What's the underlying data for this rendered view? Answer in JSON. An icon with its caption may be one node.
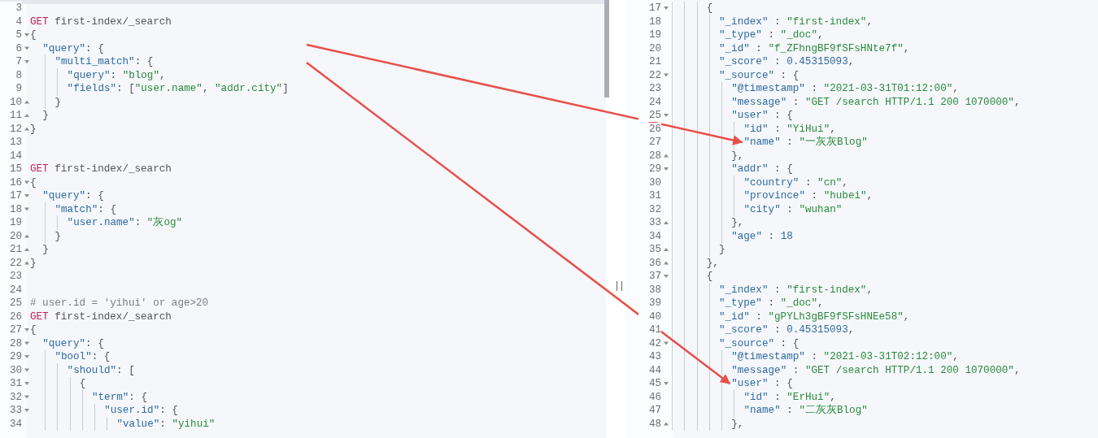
{
  "diagram": {
    "nodes": [
      {
        "text": [
          "\"name\" : \"一灰灰Blog\""
        ]
      },
      {
        "text": [
          "\"user\" : {"
        ]
      }
    ],
    "edges": [
      {
        "from": null,
        "to": 0,
        "arrow": "to"
      },
      {
        "from": null,
        "to": 1,
        "arrow": "to"
      }
    ],
    "labels": [
      "3",
      "4",
      "GET first-index/_search",
      "5",
      "{",
      "6",
      "\"query\": {",
      "7",
      "\"multi_match\": {",
      "8",
      "\"query\": \"blog\",",
      "9",
      "\"fields\": [\"user.name\", \"addr.city\"]",
      "10",
      "}",
      "11",
      "}",
      "12",
      "}",
      "13",
      "14",
      "15",
      "GET first-index/_search",
      "16",
      "{",
      "17",
      "\"query\": {",
      "18",
      "\"match\": {",
      "19",
      "\"user.name\": \"灰og\"",
      "20",
      "}",
      "21",
      "}",
      "22",
      "}",
      "23",
      "24",
      "25",
      "# user.id = 'yihui' or age>20",
      "26",
      "GET first-index/_search",
      "27",
      "{",
      "28",
      "\"query\": {",
      "29",
      "\"bool\": {",
      "30",
      "\"should\": [",
      "31",
      "{",
      "32",
      "\"term\": {",
      "33",
      "\"user.id\": {",
      "34",
      "\"value\": \"yihui\"",
      "17",
      "{",
      "18",
      "\"_index\" : \"first-index\",",
      "19",
      "\"_type\" : \"_doc\",",
      "20",
      "\"_id\" : \"f_ZFhngBF9fSFsHNte7f\",",
      "21",
      "\"_score\" : 0.45315093,",
      "22",
      "\"_source\" : {",
      "23",
      "\"@timestamp\" : \"2021-03-31T01:12:00\",",
      "24",
      "\"message\" : \"GET /search HTTP/1.1 200 1070000\",",
      "25",
      "\"user\" : {",
      "26",
      "\"id\" : \"YiHui\",",
      "27",
      "28",
      "},",
      "29",
      "\"addr\" : {",
      "30",
      "\"country\" : \"cn\",",
      "31",
      "\"province\" : \"hubei\",",
      "32",
      "\"city\" : \"wuhan\"",
      "33",
      "},",
      "34",
      "\"age\" : 18",
      "35",
      "}",
      "36",
      "},",
      "37",
      "{",
      "38",
      "\"_index\" : \"first-index\",",
      "39",
      "\"_type\" : \"_doc\",",
      "40",
      "\"_id\" : \"gPYLh3gBF9fSFsHNEe58\",",
      "41",
      "\"_score\" : 0.45315093,",
      "42",
      "\"_source\" : {",
      "43",
      "\"@timestamp\" : \"2021-03-31T02:12:00\",",
      "44",
      "\"message\" : \"GET /search HTTP/1.1 200 1070000\",",
      "45",
      "46",
      "\"id\" : \"ErHui\",",
      "47",
      "\"name\" : \"二灰灰Blog\"",
      "48",
      "},"
    ]
  }
}
